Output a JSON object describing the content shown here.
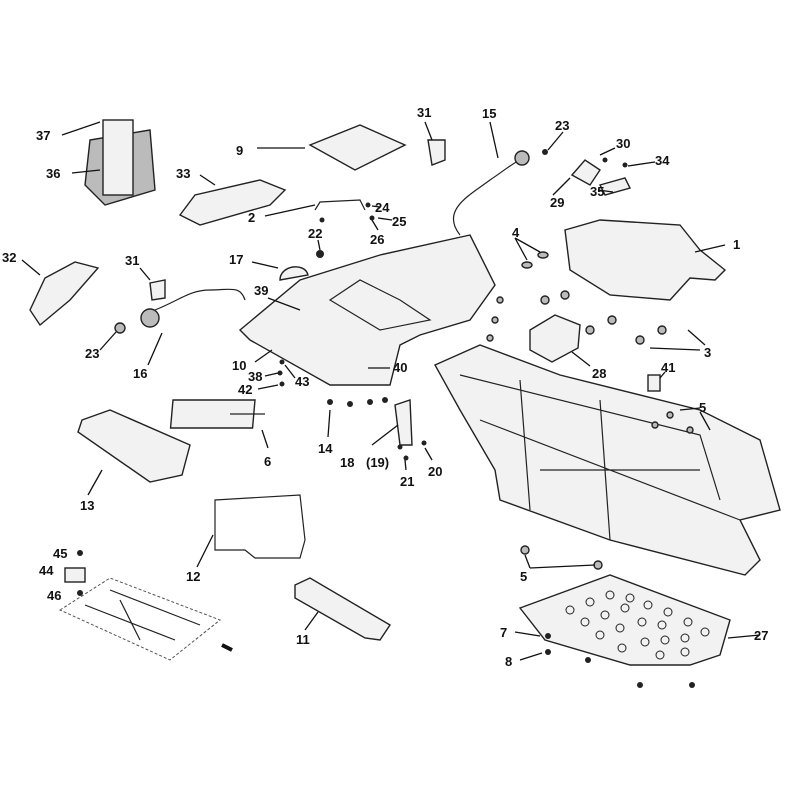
{
  "labels": [
    "37",
    "36",
    "33",
    "9",
    "31",
    "15",
    "23",
    "30",
    "34",
    "29",
    "35",
    "2",
    "24",
    "25",
    "22",
    "26",
    "4",
    "1",
    "17",
    "32",
    "31",
    "39",
    "3",
    "23",
    "16",
    "10",
    "38",
    "43",
    "42",
    "40",
    "28",
    "41",
    "5",
    "6",
    "14",
    "18",
    "(19)",
    "21",
    "20",
    "13",
    "12",
    "45",
    "44",
    "46",
    "5",
    "11",
    "7",
    "27",
    "8"
  ]
}
